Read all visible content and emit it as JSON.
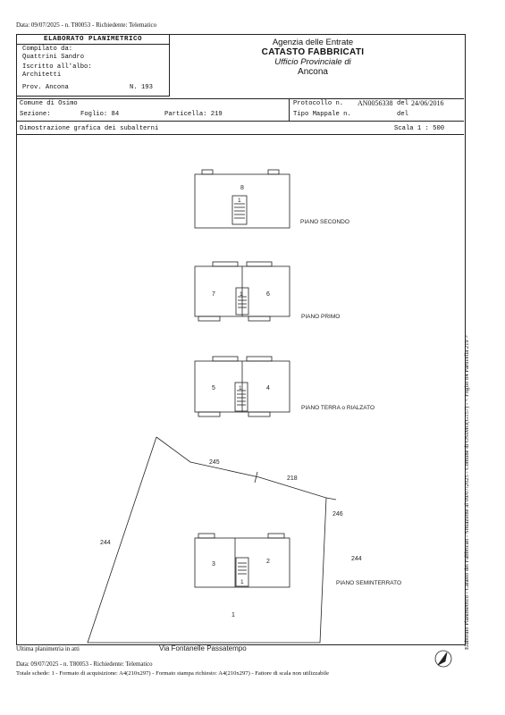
{
  "header_meta": "Data: 09/07/2025 - n. T80053 - Richiedente: Telematico",
  "elaborato": {
    "title": "ELABORATO PLANIMETRICO",
    "compilato_label": "Compilato da:",
    "compilato_name": "Quattrini Sandro",
    "iscritto_label": "Iscritto all'albo:",
    "albo": "Architetti",
    "prov": "Prov. Ancona",
    "n_label": "N. 193"
  },
  "agency": {
    "line1": "Agenzia delle Entrate",
    "line2": "CATASTO FABBRICATI",
    "line3": "Ufficio Provinciale di",
    "line4": "Ancona"
  },
  "comune": "Comune di Osimo",
  "sezione": "Sezione:",
  "foglio": "Foglio: 84",
  "particella": "Particella: 219",
  "protocollo_label": "Protocollo n.",
  "protocollo_value": "AN0056338",
  "del_label": "del",
  "protocollo_date": "24/06/2016",
  "tipo_mappale": "Tipo Mappale n.",
  "del_label2": "del",
  "dimostrazione": "Dimostrazione grafica dei subalterni",
  "scala": "Scala 1 : 500",
  "floors": {
    "secondo": {
      "label": "PIANO SECONDO",
      "units": [
        "8",
        "1"
      ]
    },
    "primo": {
      "label": "PIANO PRIMO",
      "units": [
        "7",
        "1",
        "6"
      ]
    },
    "terra": {
      "label": "PIANO TERRA o RIALZATO",
      "units": [
        "5",
        "1",
        "4"
      ]
    },
    "seminterrato": {
      "label": "PIANO SEMINTERRATO",
      "units": [
        "3",
        "2",
        "1"
      ]
    }
  },
  "lot_numbers": {
    "n245": "245",
    "n218": "218",
    "n246": "246",
    "n244_left": "244",
    "n244_right": "244",
    "n1": "1"
  },
  "street": "Via Fontanelle Passatempo",
  "ultima": "Ultima planimetria in atti",
  "footer_meta": "Data: 09/07/2025 - n. T80053 - Richiedente: Telematico",
  "footer_totale": "Totale schede: 1 - Formato di acquisizione: A4(210x297) - Formato stampa richiesto: A4(210x297) - Fattore di scala non utilizzabile",
  "side_text": "Elaborato Planimetrico - Catasto dei Fabbricati - Situazione al 09/07/2025 - Comune di OSIMO(G157) - < Foglio 84 Particella 219 >"
}
